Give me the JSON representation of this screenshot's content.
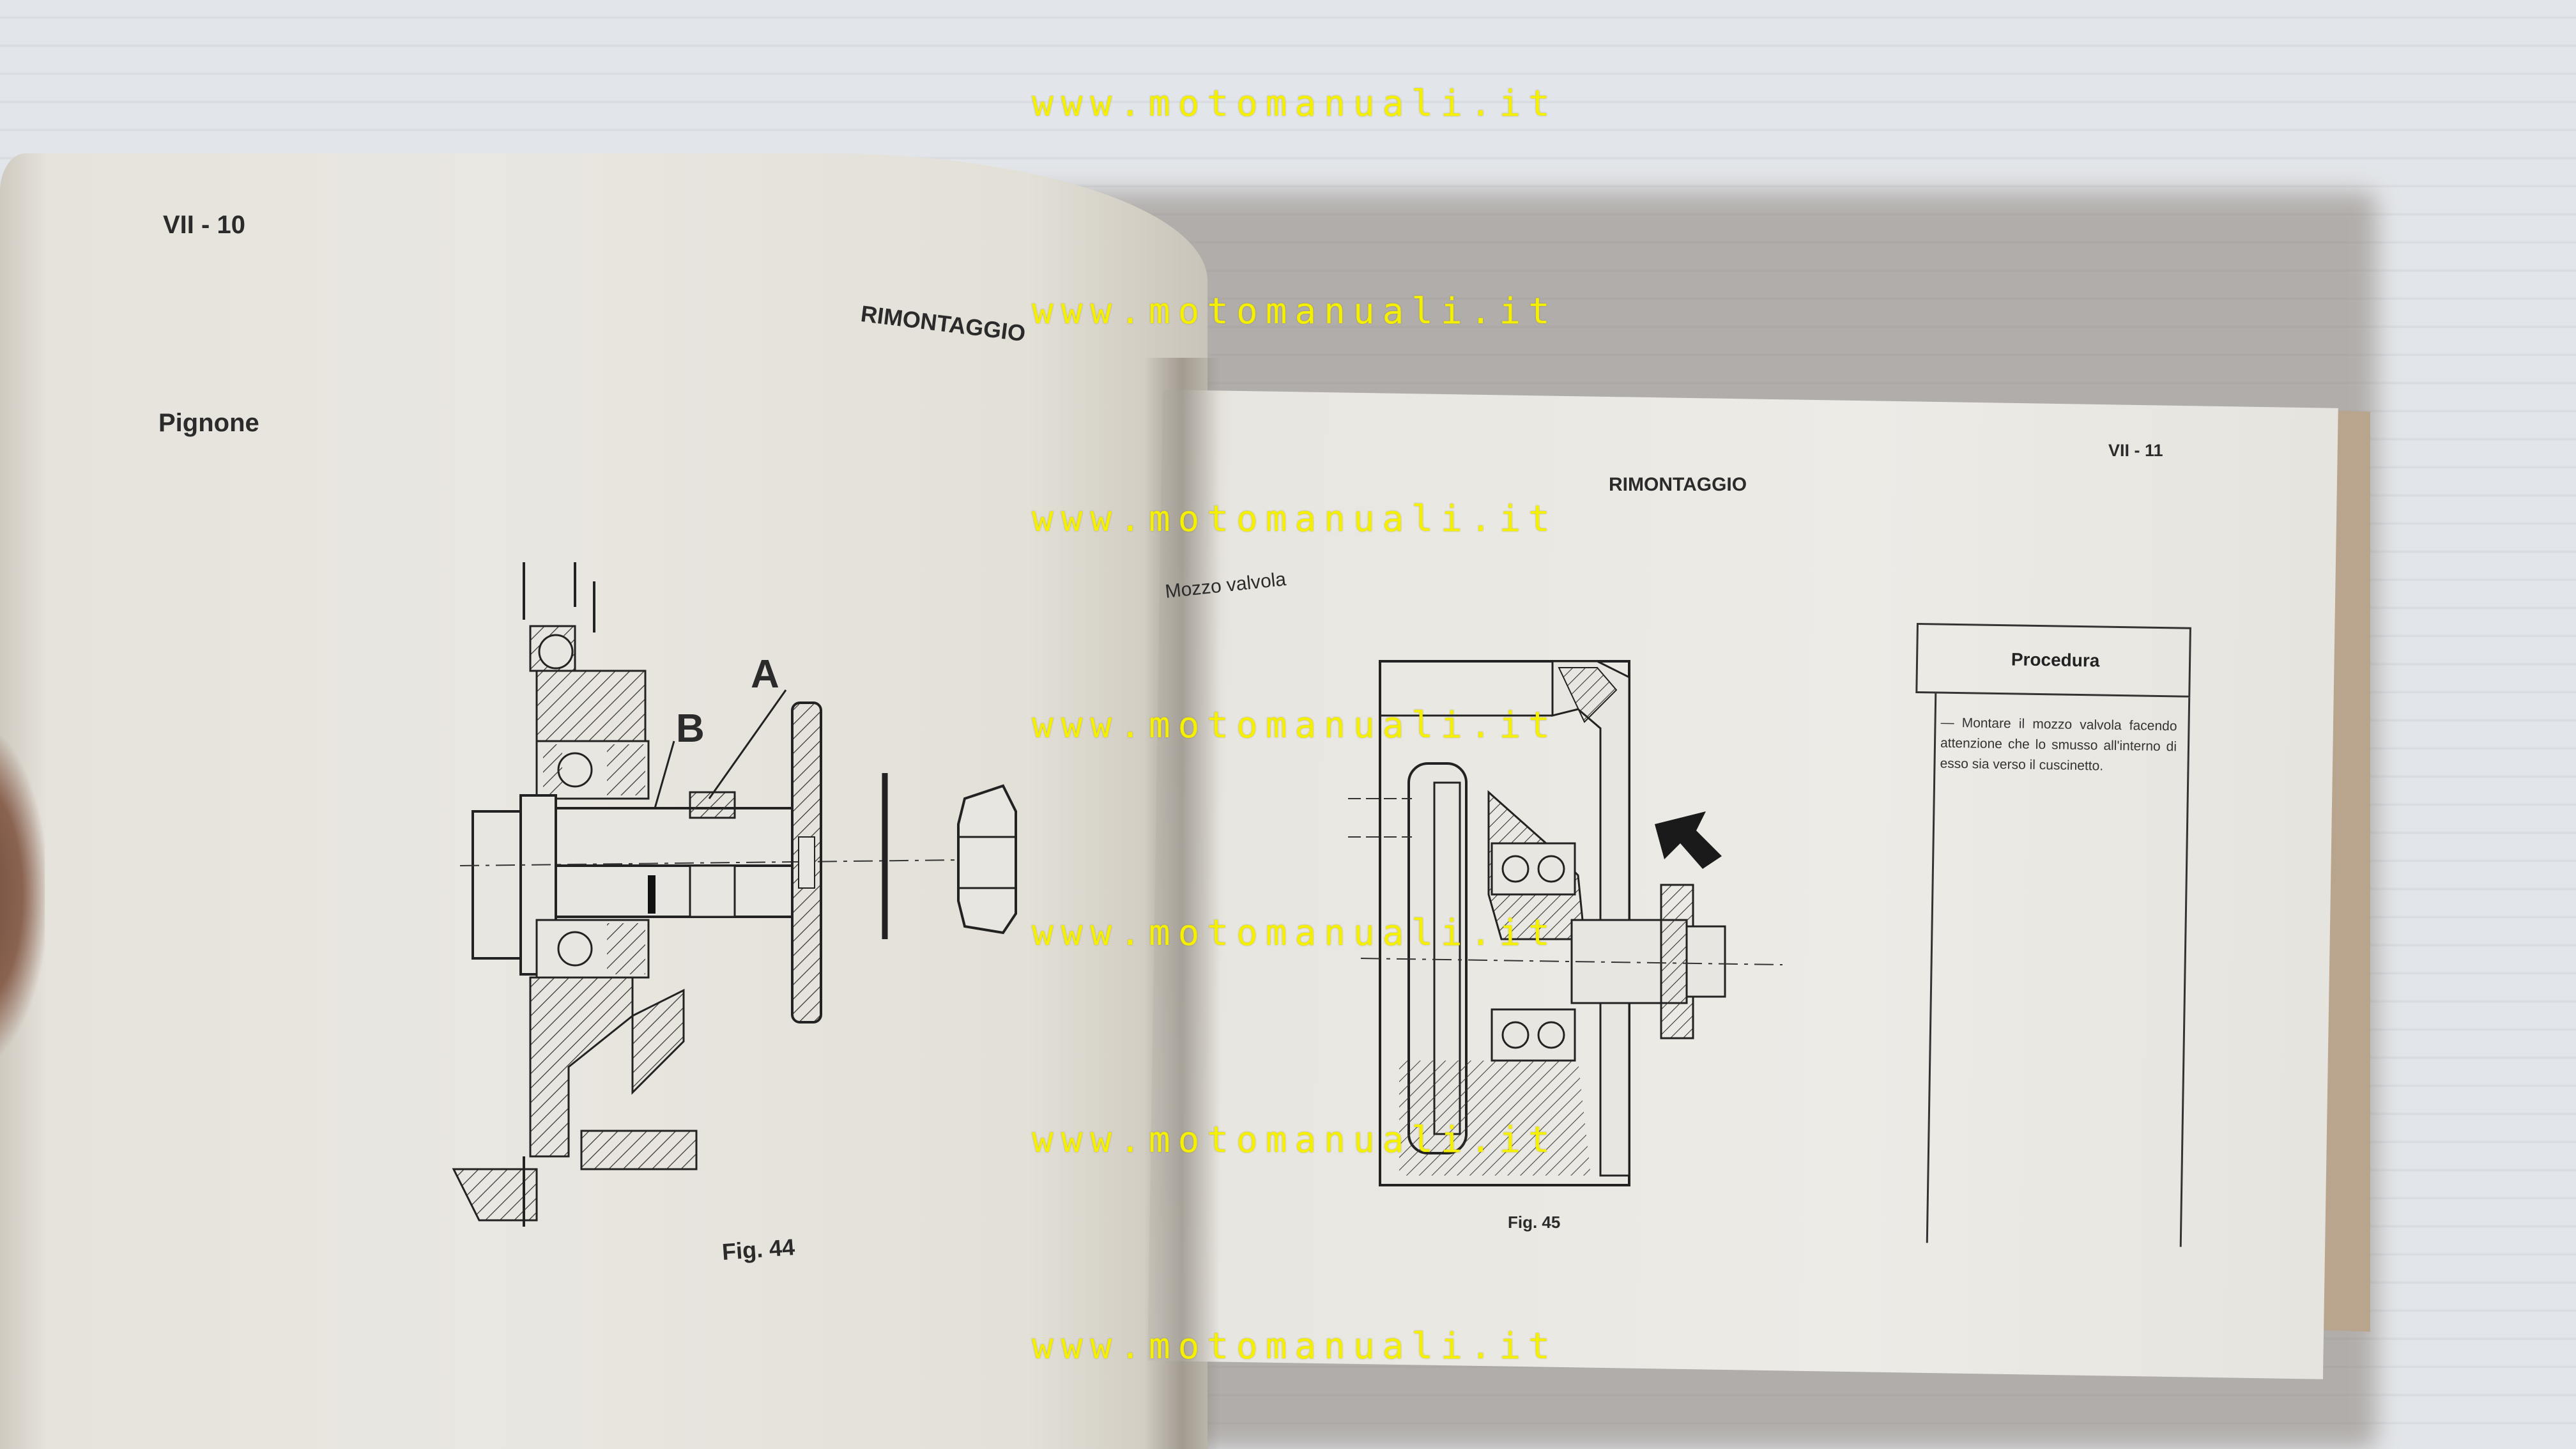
{
  "left_page": {
    "page_number": "VII - 10",
    "section_title": "RIMONTAGGIO",
    "subsection": "Pignone",
    "callout_a": "A",
    "callout_b": "B",
    "figure_caption": "Fig. 44"
  },
  "right_page": {
    "page_number": "VII - 11",
    "section_title": "RIMONTAGGIO",
    "subsection": "Mozzo valvola",
    "figure_caption": "Fig. 45",
    "procedure": {
      "title": "Procedura",
      "text": "— Montare il mozzo valvola facendo attenzione che lo smusso all'interno di esso sia verso il cuscinetto."
    }
  },
  "watermarks": [
    "www.motomanuali.it",
    "www.motomanuali.it",
    "www.motomanuali.it",
    "www.motomanuali.it",
    "www.motomanuali.it",
    "www.motomanuali.it",
    "www.motomanuali.it"
  ]
}
